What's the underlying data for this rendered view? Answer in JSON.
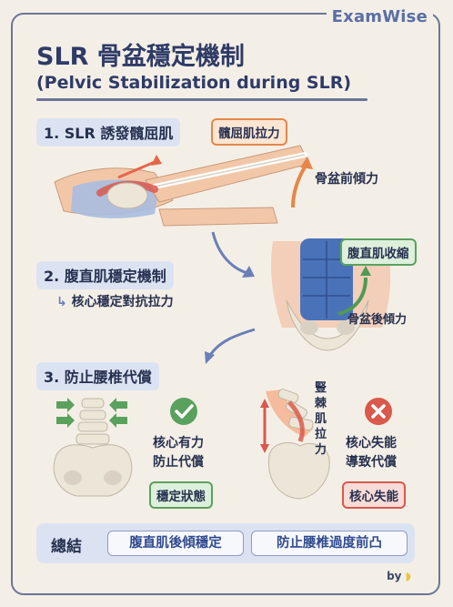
{
  "brand": "ExamWise",
  "title": "SLR 骨盆穩定機制",
  "subtitle": "(Pelvic Stabilization during SLR)",
  "section1": {
    "heading": "1. SLR 誘發髖屈肌",
    "tag": "髖屈肌拉力",
    "note": "骨盆前傾力"
  },
  "section2": {
    "heading": "2. 腹直肌穩定機制",
    "subnote": "核心穩定對抗拉力",
    "tag": "腹直肌收縮",
    "note": "骨盆後傾力"
  },
  "section3": {
    "heading": "3. 防止腰椎代償",
    "good": {
      "line1": "核心有力",
      "line2": "防止代償",
      "tag": "穩定狀態"
    },
    "bad": {
      "muscle_chars": [
        "豎",
        "棘",
        "肌",
        "拉",
        "力"
      ],
      "line1": "核心失能",
      "line2": "導致代償",
      "tag": "核心失能"
    }
  },
  "summary": {
    "label": "總結",
    "item1": "腹直肌後傾穩定",
    "item2": "防止腰椎過度前凸"
  },
  "byline": "by",
  "colors": {
    "background": "#f4efe6",
    "navy": "#2f3b67",
    "orange": "#e5864a",
    "green": "#5aa15e",
    "red": "#d9594c",
    "panel": "#dbe3f3"
  }
}
